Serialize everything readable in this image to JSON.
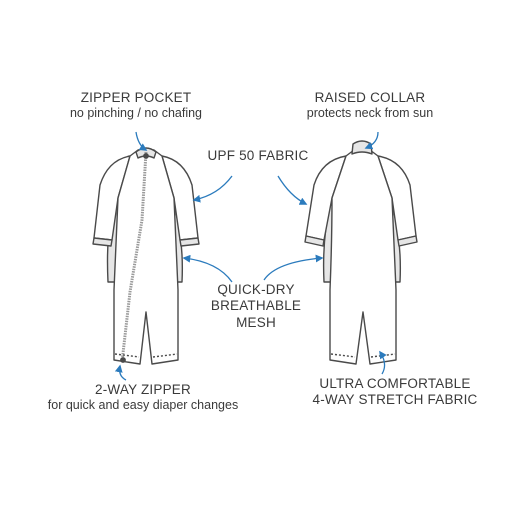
{
  "callouts": {
    "zipper_pocket": {
      "title": "ZIPPER POCKET",
      "subtitle": "no pinching / no chafing"
    },
    "raised_collar": {
      "title": "RAISED COLLAR",
      "subtitle": "protects neck from sun"
    },
    "upf": {
      "title": "UPF 50 FABRIC"
    },
    "mesh": {
      "line1": "QUICK-DRY",
      "line2": "BREATHABLE",
      "line3": "MESH"
    },
    "two_way_zipper": {
      "title": "2-WAY ZIPPER",
      "subtitle": "for quick and easy diaper changes"
    },
    "stretch": {
      "line1": "ULTRA COMFORTABLE",
      "line2": "4-WAY STRETCH FABRIC"
    }
  },
  "colors": {
    "outline": "#4a4a4a",
    "fill": "#ffffff",
    "panel": "#e6e6e6",
    "zipper": "#9a9a9a",
    "arrow": "#2b7bbd",
    "text": "#3a3a3a"
  }
}
